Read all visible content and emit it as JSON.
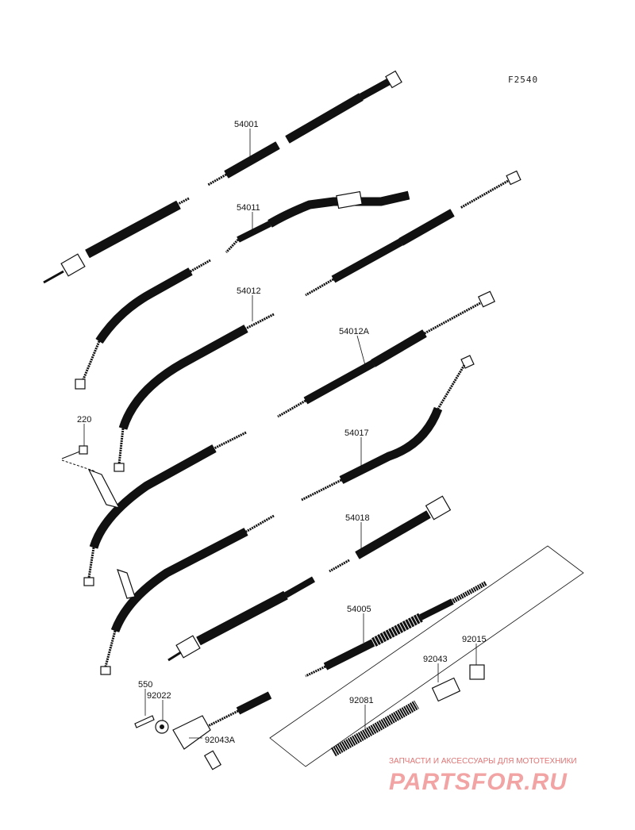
{
  "figure_code": "F2540",
  "parts": {
    "p54001": "54001",
    "p54011": "54011",
    "p54012": "54012",
    "p54012A": "54012A",
    "p220": "220",
    "p54017": "54017",
    "p54018": "54018",
    "p54005": "54005",
    "p92015": "92015",
    "p92043": "92043",
    "p550": "550",
    "p92022": "92022",
    "p92081": "92081",
    "p92043A": "92043A"
  },
  "watermark": {
    "top_text": "ЗАПЧАСТИ И АКСЕССУАРЫ ДЛЯ МОТОТЕХНИКИ",
    "brand_text": "PARTSFOR.RU",
    "color": "#f2a3a3"
  }
}
